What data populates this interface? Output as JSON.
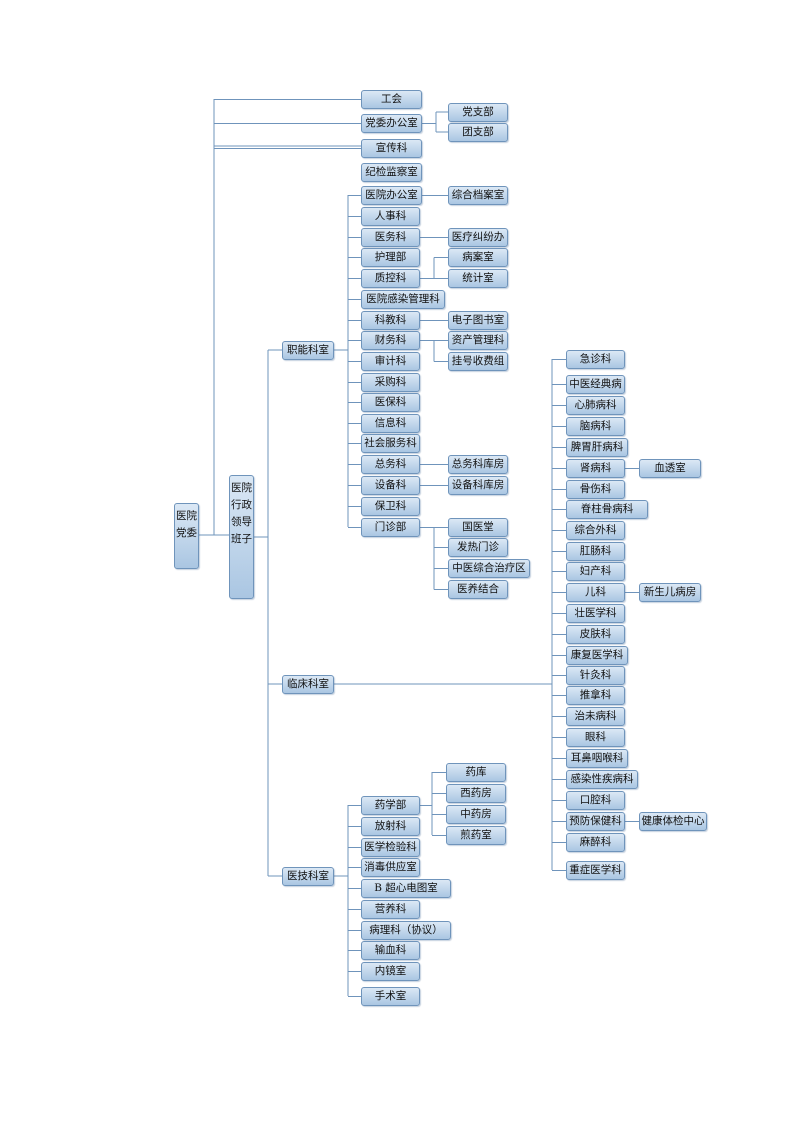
{
  "root": "医院党委",
  "leadership": "医院行政领导班子",
  "party_direct": [
    "工会",
    "党委办公室",
    "宣传科",
    "纪检监察室"
  ],
  "party_office_children": [
    "党支部",
    "团支部"
  ],
  "functional": {
    "label": "职能科室",
    "items": [
      {
        "name": "医院办公室",
        "children": [
          "综合档案室"
        ]
      },
      {
        "name": "人事科",
        "children": []
      },
      {
        "name": "医务科",
        "children": [
          "医疗纠纷办"
        ]
      },
      {
        "name": "护理部",
        "children": []
      },
      {
        "name": "质控科",
        "children": [
          "病案室",
          "统计室"
        ]
      },
      {
        "name": "医院感染管理科",
        "children": []
      },
      {
        "name": "科教科",
        "children": [
          "电子图书室"
        ]
      },
      {
        "name": "财务科",
        "children": [
          "资产管理科",
          "挂号收费组"
        ]
      },
      {
        "name": "审计科",
        "children": []
      },
      {
        "name": "采购科",
        "children": []
      },
      {
        "name": "医保科",
        "children": []
      },
      {
        "name": "信息科",
        "children": []
      },
      {
        "name": "社会服务科",
        "children": []
      },
      {
        "name": "总务科",
        "children": [
          "总务科库房"
        ]
      },
      {
        "name": "设备科",
        "children": [
          "设备科库房"
        ]
      },
      {
        "name": "保卫科",
        "children": []
      },
      {
        "name": "门诊部",
        "children": [
          "国医堂",
          "发热门诊",
          "中医综合治疗区",
          "医养结合"
        ]
      }
    ]
  },
  "clinical": {
    "label": "临床科室",
    "items": [
      {
        "name": "急诊科",
        "children": []
      },
      {
        "name": "中医经典病",
        "children": []
      },
      {
        "name": "心肺病科",
        "children": []
      },
      {
        "name": "脑病科",
        "children": []
      },
      {
        "name": "脾胃肝病科",
        "children": []
      },
      {
        "name": "肾病科",
        "children": [
          "血透室"
        ]
      },
      {
        "name": "骨伤科",
        "children": []
      },
      {
        "name": "脊柱骨病科",
        "children": []
      },
      {
        "name": "综合外科",
        "children": []
      },
      {
        "name": "肛肠科",
        "children": []
      },
      {
        "name": "妇产科",
        "children": []
      },
      {
        "name": "儿科",
        "children": [
          "新生儿病房"
        ]
      },
      {
        "name": "壮医学科",
        "children": []
      },
      {
        "name": "皮肤科",
        "children": []
      },
      {
        "name": "康复医学科",
        "children": []
      },
      {
        "name": "针灸科",
        "children": []
      },
      {
        "name": "推拿科",
        "children": []
      },
      {
        "name": "治未病科",
        "children": []
      },
      {
        "name": "眼科",
        "children": []
      },
      {
        "name": "耳鼻咽喉科",
        "children": []
      },
      {
        "name": "感染性疾病科",
        "children": []
      },
      {
        "name": "口腔科",
        "children": []
      },
      {
        "name": "预防保健科",
        "children": [
          "健康体检中心"
        ]
      },
      {
        "name": "麻醉科",
        "children": []
      },
      {
        "name": "重症医学科",
        "children": []
      }
    ]
  },
  "technical": {
    "label": "医技科室",
    "items": [
      {
        "name": "药学部",
        "children": [
          "药库",
          "西药房",
          "中药房",
          "煎药室"
        ]
      },
      {
        "name": "放射科",
        "children": []
      },
      {
        "name": "医学检验科",
        "children": []
      },
      {
        "name": "消毒供应室",
        "children": []
      },
      {
        "name": "B 超心电图室",
        "children": []
      },
      {
        "name": "营养科",
        "children": []
      },
      {
        "name": "病理科（协议）",
        "children": []
      },
      {
        "name": "输血科",
        "children": []
      },
      {
        "name": "内镜室",
        "children": []
      },
      {
        "name": "手术室",
        "children": []
      }
    ]
  },
  "colors": {
    "box_top": "#dbe8f5",
    "box_bottom": "#aac6e2",
    "border": "#6f94bb",
    "line": "#6f94bb"
  }
}
